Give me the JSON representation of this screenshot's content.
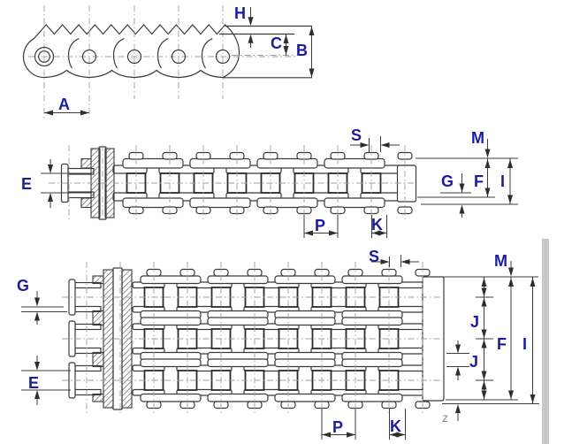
{
  "figure": {
    "type": "technical-drawing",
    "subject": "roller chain dimension diagrams"
  },
  "colors": {
    "label_blue": "#1b1b9f",
    "line_dark": "#3a3a3a",
    "centerline_gray": "#9aa0ab",
    "scrollbar_gray": "#c7c7c7",
    "watermark_gray": "#8c8c8c"
  },
  "diagrams": {
    "side_view": {
      "labels": {
        "A": "A",
        "B": "B",
        "C": "C",
        "H": "H"
      }
    },
    "single_strand": {
      "labels": {
        "E": "E",
        "S": "S",
        "M": "M",
        "G": "G",
        "F": "F",
        "I": "I",
        "P": "P",
        "K": "K"
      }
    },
    "triple_strand": {
      "labels": {
        "G": "G",
        "E": "E",
        "S": "S",
        "M": "M",
        "J1": "J",
        "J2": "J",
        "F": "F",
        "I": "I",
        "P": "P",
        "K": "K"
      },
      "watermark": "z"
    }
  }
}
